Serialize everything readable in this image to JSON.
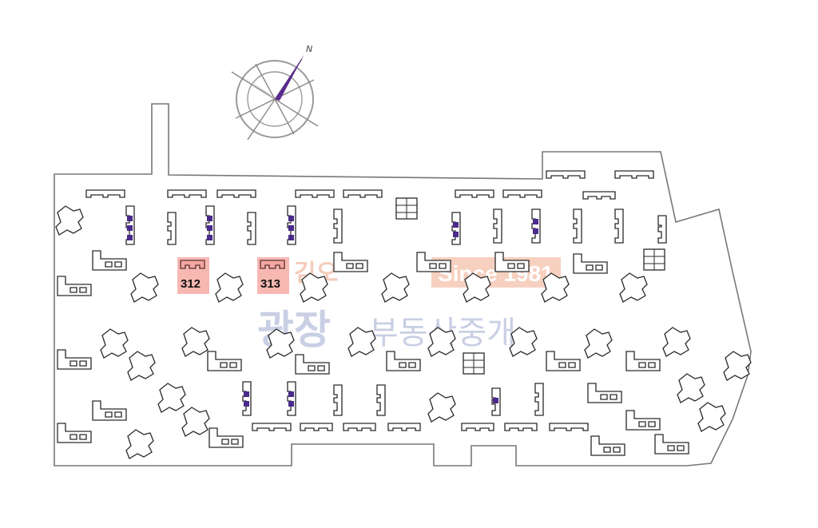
{
  "compass": {
    "north_label": "N",
    "needle_color": "#5b2a8f"
  },
  "watermark": {
    "brand_main": "광장",
    "brand_sub": "부동산중개",
    "logo_small": "김오",
    "since": "Since 1981"
  },
  "units": [
    {
      "label": "312",
      "highlight_color": "#f4a6a0"
    },
    {
      "label": "313",
      "highlight_color": "#f4a6a0"
    }
  ],
  "colors": {
    "outline": "#777777",
    "building_stroke": "#2a2a2a",
    "purple_mark": "#4a2a8a",
    "highlight": "#f4a6a0"
  }
}
